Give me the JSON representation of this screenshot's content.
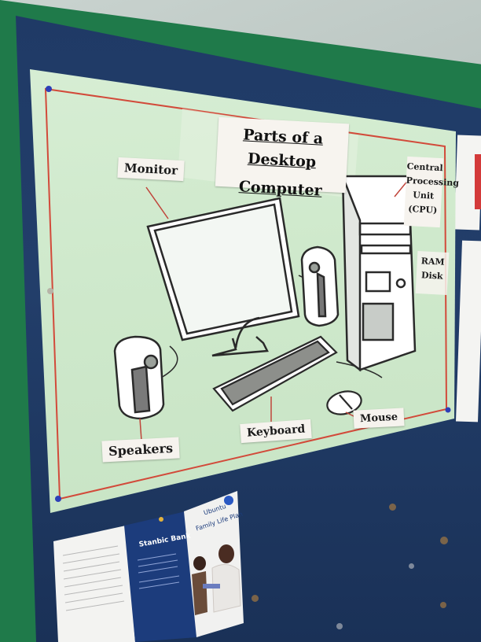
{
  "poster": {
    "title_line1": "Parts of a Desktop",
    "title_line2": "Computer",
    "labels": {
      "monitor": "Monitor",
      "cpu_line1": "Central",
      "cpu_line2": "Processing",
      "cpu_line3": "Unit",
      "cpu_line4": "(CPU)",
      "ram_line1": "RAM",
      "ram_line2": "Disk",
      "speakers": "Speakers",
      "keyboard": "Keyboard",
      "mouse": "Mouse"
    }
  },
  "flyer": {
    "brand": "Stanbic Bank",
    "product_line1": "Ubuntu",
    "product_line2": "Family Life Plan"
  },
  "colors": {
    "poster_bg": "#d2ebcf",
    "board": "#223e6a",
    "frame": "#1f7a4a",
    "flyer_blue": "#1c3c7c"
  }
}
